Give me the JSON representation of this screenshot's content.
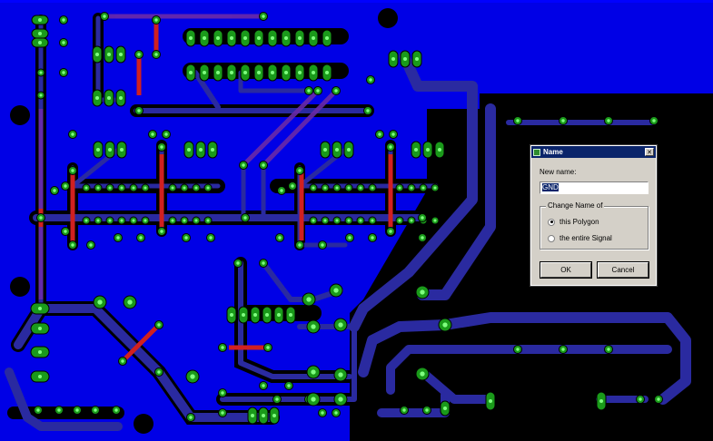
{
  "dialog": {
    "title": "Name",
    "close_glyph": "✕",
    "new_name_label": "New name:",
    "new_name_value": "GND",
    "group_title": "Change Name of",
    "options": [
      {
        "label": "this Polygon",
        "selected": true
      },
      {
        "label": "the entire Signal",
        "selected": false
      }
    ],
    "ok_label": "OK",
    "cancel_label": "Cancel"
  },
  "colors": {
    "background": "#000000",
    "polygon_fill": "#0000e6",
    "trace": "#2a2aa0",
    "pad_ring": "#1a9a1a",
    "pad_hole": "#7fff7f",
    "via_red": "#d02020",
    "airwire": "#6a2aa8"
  },
  "icons": [
    "app-icon",
    "close-icon"
  ]
}
